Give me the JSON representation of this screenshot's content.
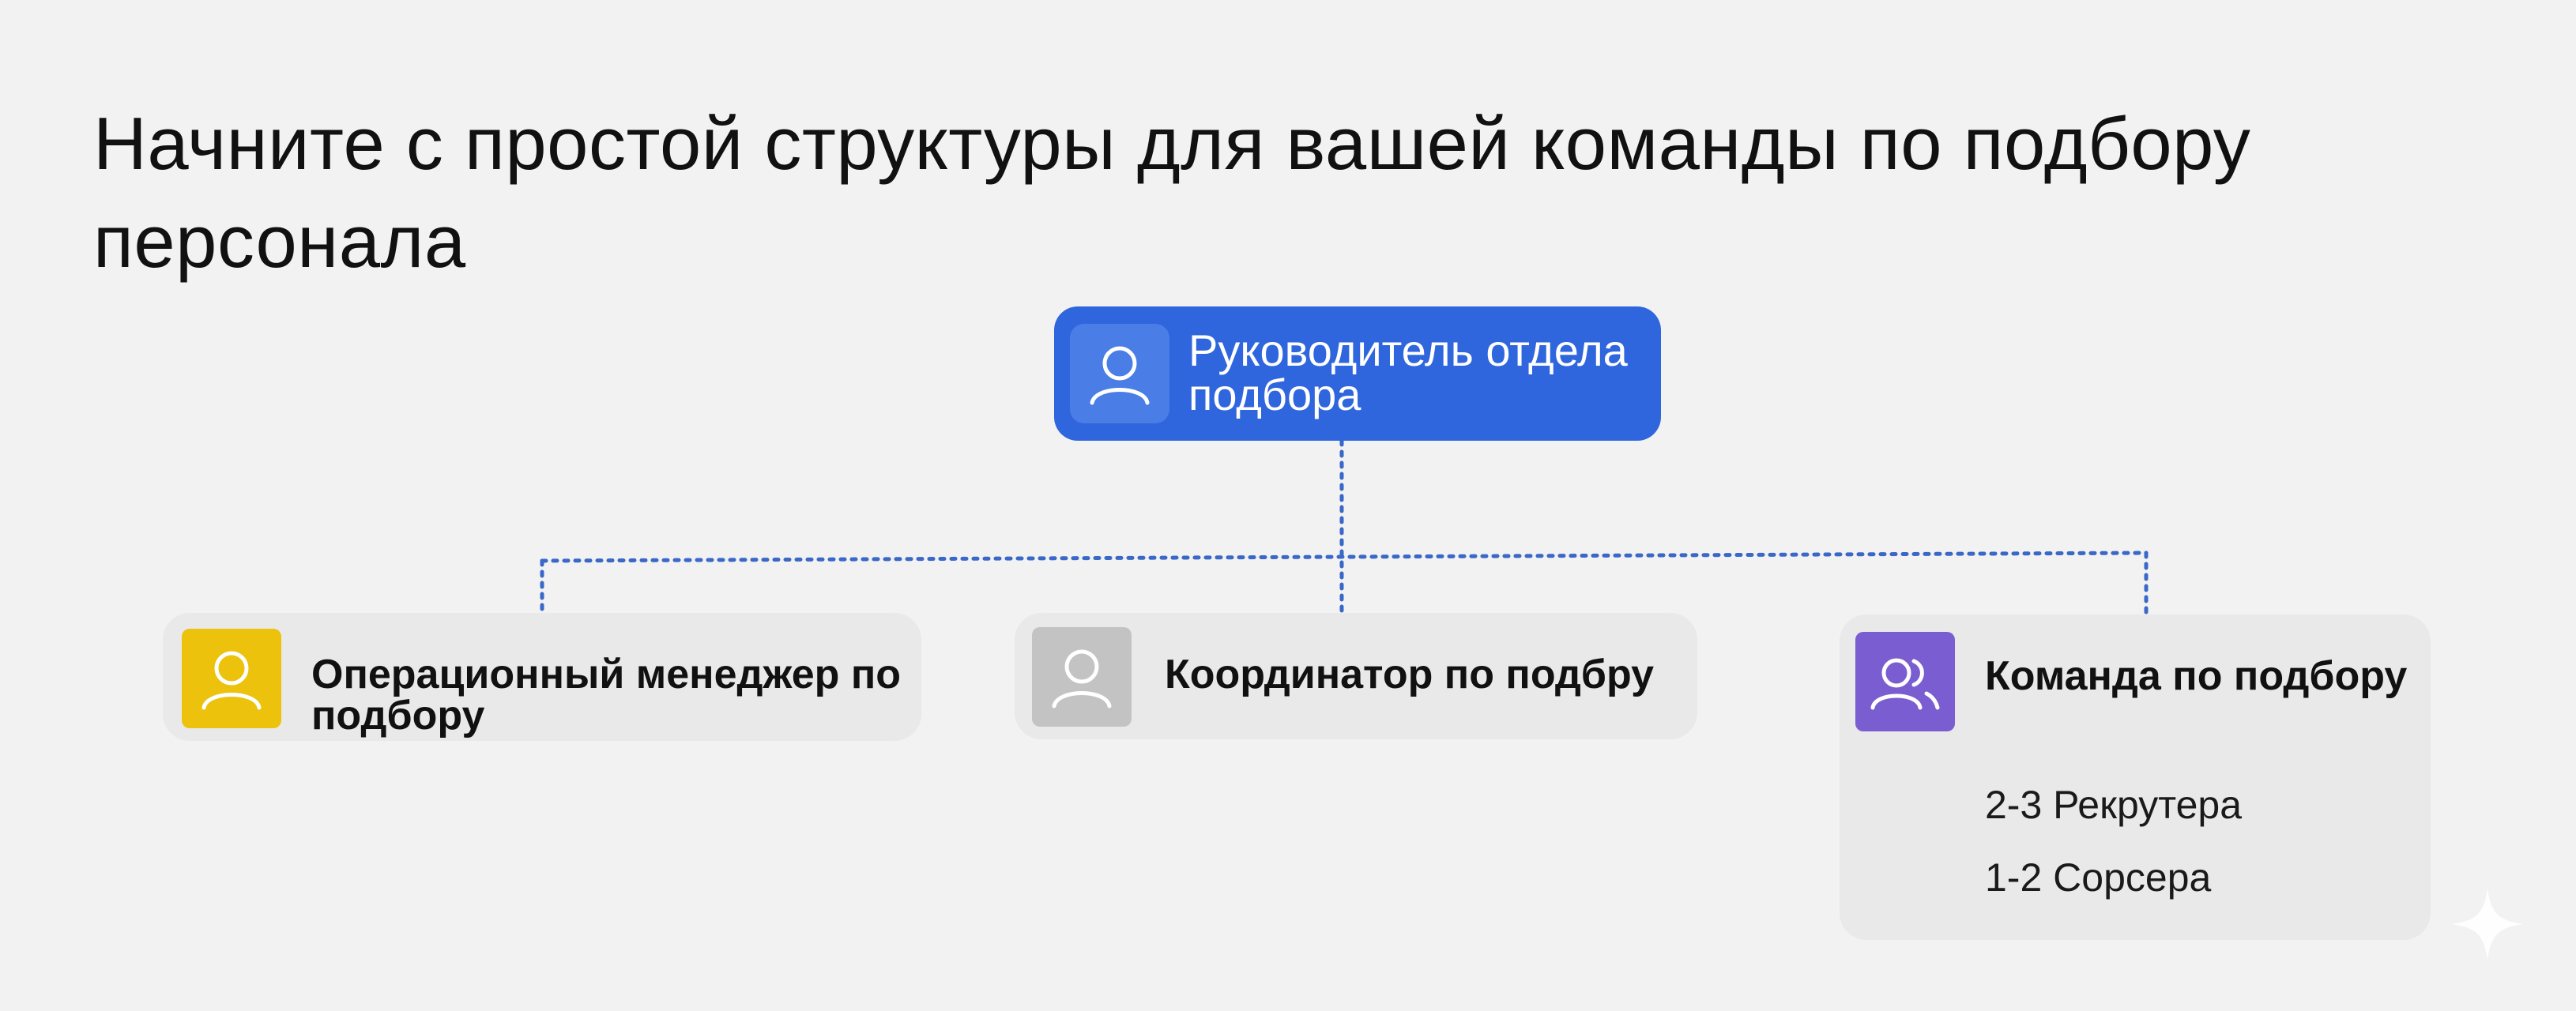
{
  "title": "Начните с простой структуры для вашей команды по подбору персонала",
  "nodes": {
    "head": {
      "label": "Руководитель отдела подбора",
      "icon": "person-icon",
      "color": "#2f66dd"
    },
    "ops": {
      "label": "Операционный менеджер по подбору",
      "icon": "person-icon",
      "color": "#ecc20c"
    },
    "coordinator": {
      "label": "Координатор по подбру",
      "icon": "person-icon",
      "color": "#c3c3c3"
    },
    "team": {
      "label": "Команда по подбору",
      "icon": "group-icon",
      "color": "#7a5dd1",
      "members": [
        "2-3 Рекрутера",
        "1-2 Сорсера"
      ]
    }
  },
  "connector_color": "#3a68c8"
}
